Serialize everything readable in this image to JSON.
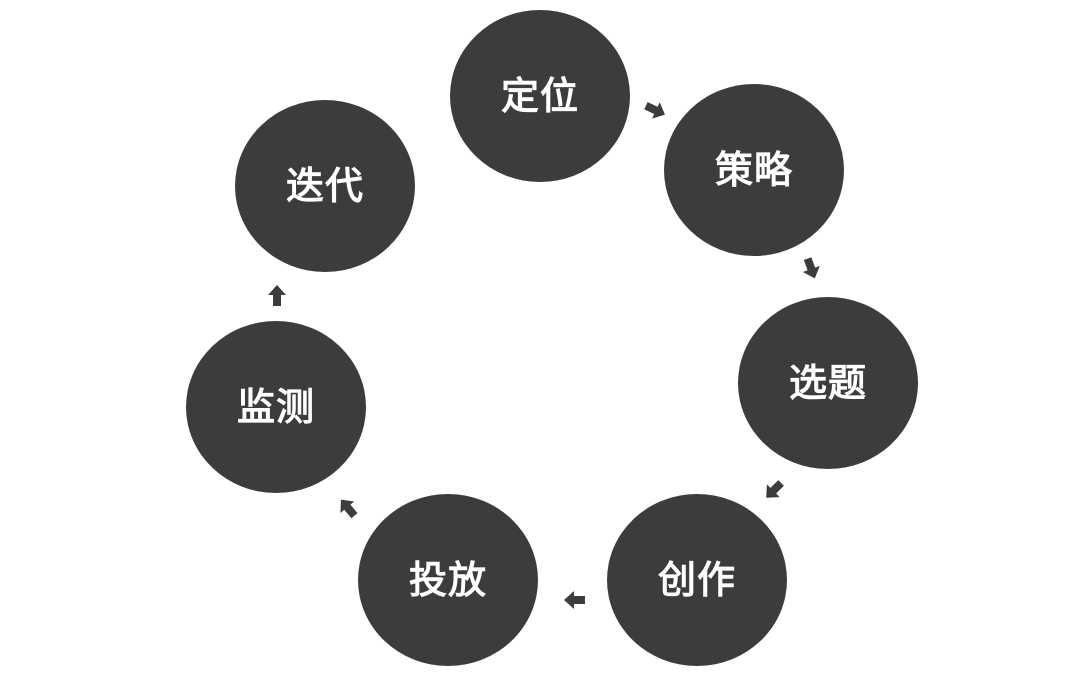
{
  "diagram": {
    "type": "cycle",
    "colors": {
      "node_fill": "#3c3c3c",
      "node_text": "#ffffff",
      "arrow": "#3c3c3c",
      "background": "#ffffff"
    },
    "nodes": [
      {
        "label": "定位"
      },
      {
        "label": "策略"
      },
      {
        "label": "选题"
      },
      {
        "label": "创作"
      },
      {
        "label": "投放"
      },
      {
        "label": "监测"
      },
      {
        "label": "迭代"
      }
    ],
    "edges": [
      {
        "from": 0,
        "to": 1
      },
      {
        "from": 1,
        "to": 2
      },
      {
        "from": 2,
        "to": 3
      },
      {
        "from": 3,
        "to": 4
      },
      {
        "from": 4,
        "to": 5
      },
      {
        "from": 5,
        "to": 6
      }
    ]
  }
}
